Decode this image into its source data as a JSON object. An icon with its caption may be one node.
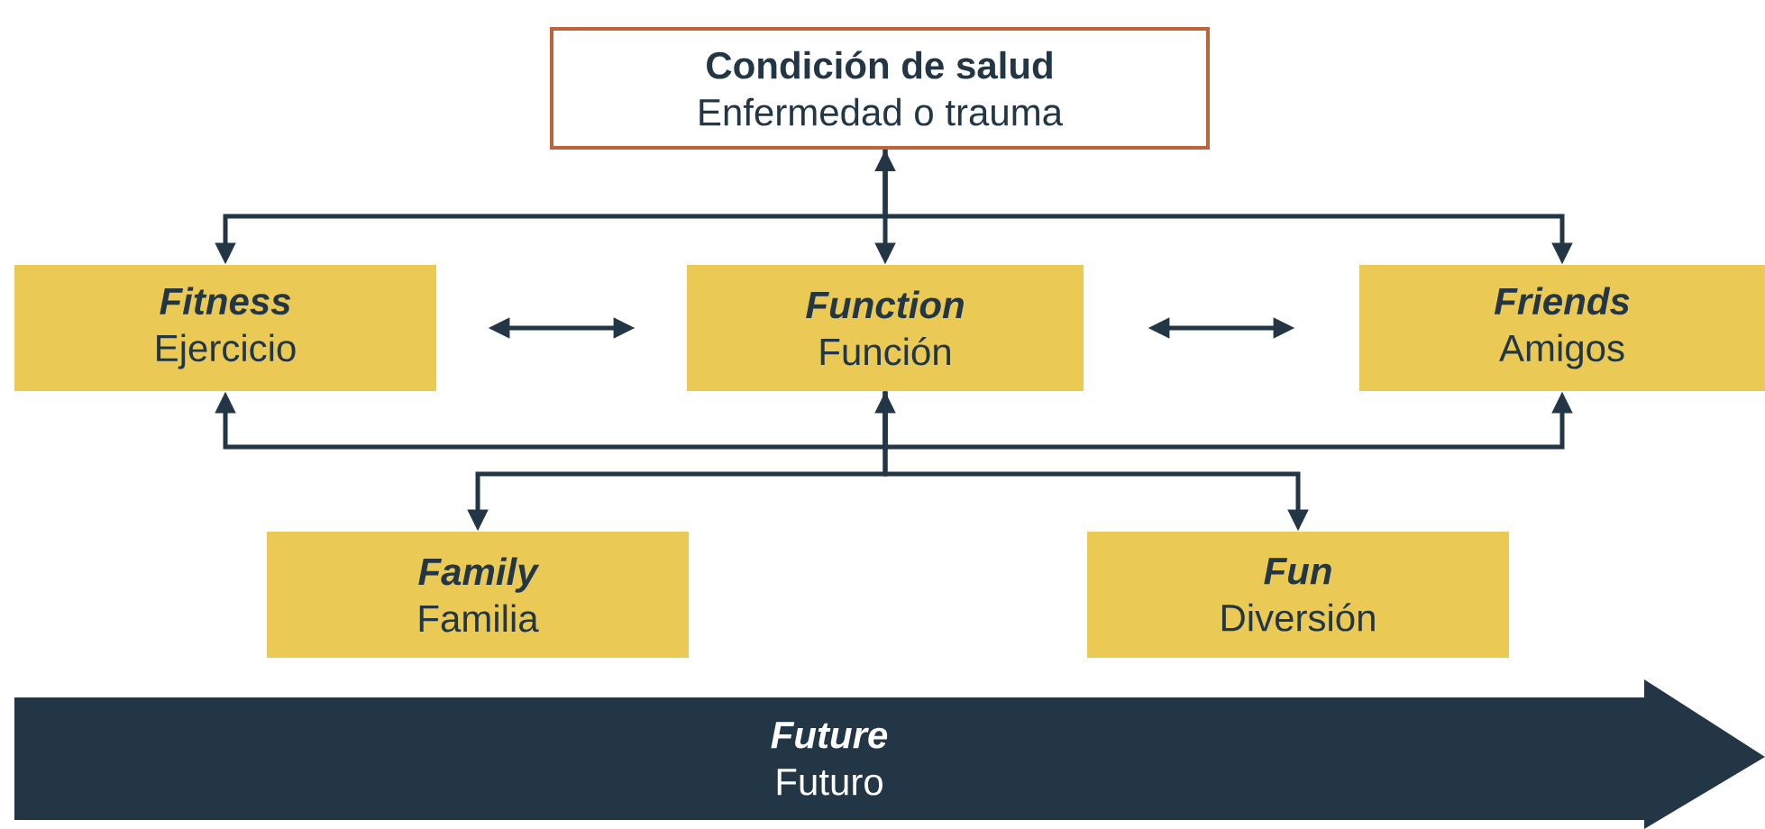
{
  "diagram": {
    "nodes": [
      {
        "text": [
          "Condición de salud",
          "Enfermedad o trauma"
        ]
      },
      {
        "text": [
          "Fitness",
          "Ejercicio"
        ]
      },
      {
        "text": [
          "Function",
          "Función"
        ]
      },
      {
        "text": [
          "Friends",
          "Amigos"
        ]
      },
      {
        "text": [
          "Family",
          "Familia"
        ]
      },
      {
        "text": [
          "Fun",
          "Diversión"
        ]
      },
      {
        "text": [
          "Future",
          "Futuro"
        ]
      }
    ],
    "edges": [
      {
        "from": 0,
        "to": 1,
        "arrow": "to"
      },
      {
        "from": 2,
        "to": 0,
        "arrow": "both"
      },
      {
        "from": 0,
        "to": 3,
        "arrow": "to"
      },
      {
        "from": 1,
        "to": 2,
        "arrow": "both"
      },
      {
        "from": 2,
        "to": 3,
        "arrow": "both"
      },
      {
        "from": 4,
        "to": 2,
        "arrow": "both"
      },
      {
        "from": 2,
        "to": 1,
        "arrow": "to"
      },
      {
        "from": 2,
        "to": 3,
        "arrow": "to"
      },
      {
        "from": 2,
        "to": 5,
        "arrow": "to"
      }
    ]
  }
}
